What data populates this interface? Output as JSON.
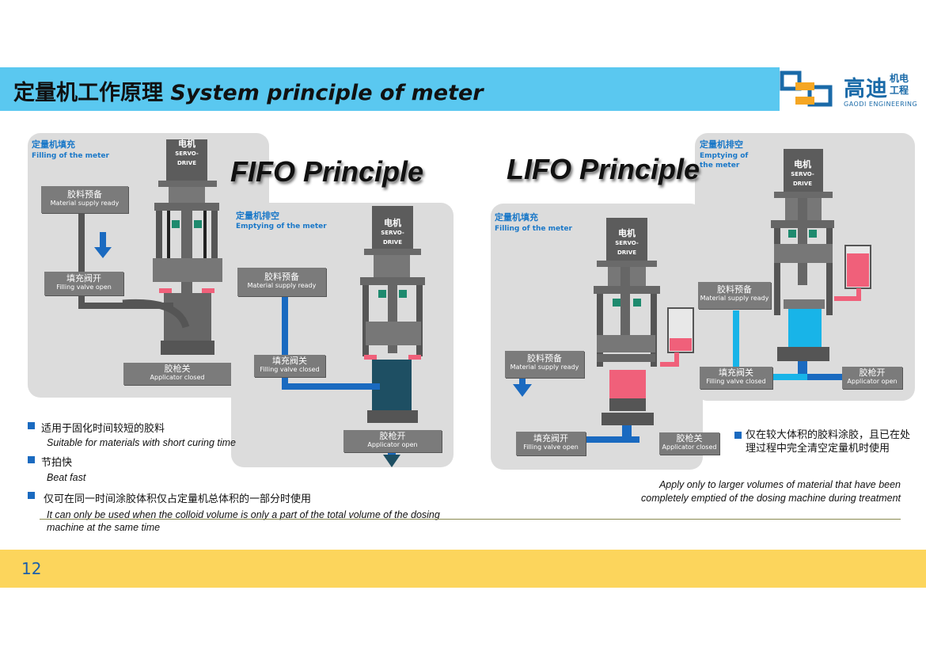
{
  "header": {
    "title_cn": "定量机工作原理 ",
    "title_en": "System principle of meter"
  },
  "logo": {
    "name_cn": "高迪",
    "name_cn_small_1": "机电",
    "name_cn_small_2": "工程",
    "name_en": "GAODI ENGINEERING"
  },
  "fifo": {
    "title": "FIFO Principle",
    "fill_panel": {
      "label_cn": "定量机填充",
      "label_en": "Filling of the meter",
      "motor_cn": "电机",
      "motor_en_1": "SERVO-",
      "motor_en_2": "DRIVE",
      "material_cn": "胶料预备",
      "material_en": "Material supply ready",
      "valve_cn": "填充阀开",
      "valve_en": "Filling valve open",
      "applicator_cn": "胶枪关",
      "applicator_en": "Applicator closed"
    },
    "empty_panel": {
      "label_cn": "定量机排空",
      "label_en": "Emptying of the meter",
      "motor_cn": "电机",
      "motor_en_1": "SERVO-",
      "motor_en_2": "DRIVE",
      "material_cn": "胶料预备",
      "material_en": "Material supply ready",
      "valve_cn": "填充阀关",
      "valve_en": "Filling valve closed",
      "applicator_cn": "胶枪开",
      "applicator_en": "Applicator open"
    },
    "bullets": [
      {
        "cn": "适用于固化时间较短的胶料",
        "en": "Suitable for materials with short curing time"
      },
      {
        "cn": "节拍快",
        "en": "Beat fast"
      },
      {
        "cn": "仅可在同一时间涂胶体积仅占定量机总体积的一部分时使用",
        "en": "It can only be used when the colloid volume is only a part of the total volume of the dosing machine at the same time"
      }
    ]
  },
  "lifo": {
    "title": "LIFO Principle",
    "fill_panel": {
      "label_cn": "定量机填充",
      "label_en": "Filling of the meter",
      "motor_cn": "电机",
      "motor_en_1": "SERVO-",
      "motor_en_2": "DRIVE",
      "material_cn": "胶料预备",
      "material_en": "Material supply ready",
      "valve_cn": "填充阀开",
      "valve_en": "Filling valve open",
      "applicator_cn": "胶枪关",
      "applicator_en": "Applicator closed"
    },
    "empty_panel": {
      "label_cn": "定量机排空",
      "label_en": "Emptying of the meter",
      "motor_cn": "电机",
      "motor_en_1": "SERVO-",
      "motor_en_2": "DRIVE",
      "material_cn": "胶料预备",
      "material_en": "Material supply ready",
      "valve_cn": "填充阀关",
      "valve_en": "Filling valve closed",
      "applicator_cn": "胶枪开",
      "applicator_en": "Applicator open"
    },
    "bullet": {
      "cn": "仅在较大体积的胶料涂胶，且已在处理过程中完全清空定量机时使用",
      "en": "Apply only to larger volumes of material that have been completely emptied of the dosing machine during treatment"
    }
  },
  "footer": {
    "page_number": "12"
  },
  "colors": {
    "header": "#5ac8f0",
    "footer": "#fcd55c",
    "accent_blue": "#1a6ac0",
    "material_pink": "#f0607a",
    "material_dark": "#1e4f63",
    "material_cyan": "#18b4e8"
  }
}
